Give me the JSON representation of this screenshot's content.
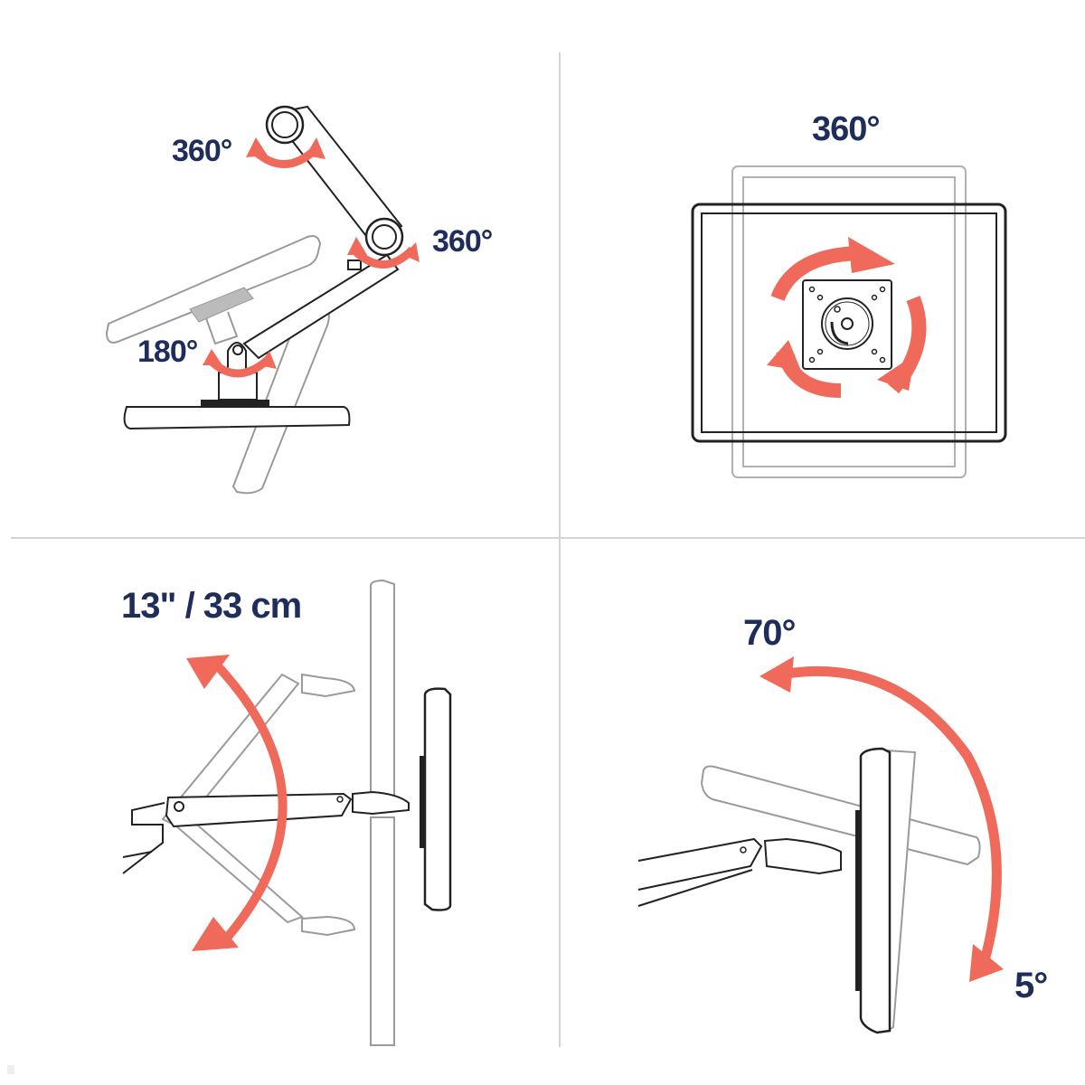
{
  "colors": {
    "label_text": "#1f2d5c",
    "arrow": "#ef6a5a",
    "line_dark": "#222222",
    "line_light": "#9a9a9a",
    "divider": "#d4d4d4"
  },
  "panels": [
    {
      "id": "arm-joints",
      "position": "top-left",
      "labels": [
        {
          "text": "360°",
          "meaning": "upper elbow joint rotation"
        },
        {
          "text": "360°",
          "meaning": "lower elbow joint rotation"
        },
        {
          "text": "180°",
          "meaning": "base pivot rotation"
        }
      ]
    },
    {
      "id": "screen-rotation",
      "position": "top-right",
      "labels": [
        {
          "text": "360°",
          "meaning": "screen rotation landscape/portrait"
        }
      ]
    },
    {
      "id": "height-adjust",
      "position": "bottom-left",
      "labels": [
        {
          "text": "13\" / 33 cm",
          "meaning": "vertical lift range"
        }
      ]
    },
    {
      "id": "tilt",
      "position": "bottom-right",
      "labels": [
        {
          "text": "70°",
          "meaning": "backward tilt"
        },
        {
          "text": "5°",
          "meaning": "forward tilt"
        }
      ]
    }
  ]
}
